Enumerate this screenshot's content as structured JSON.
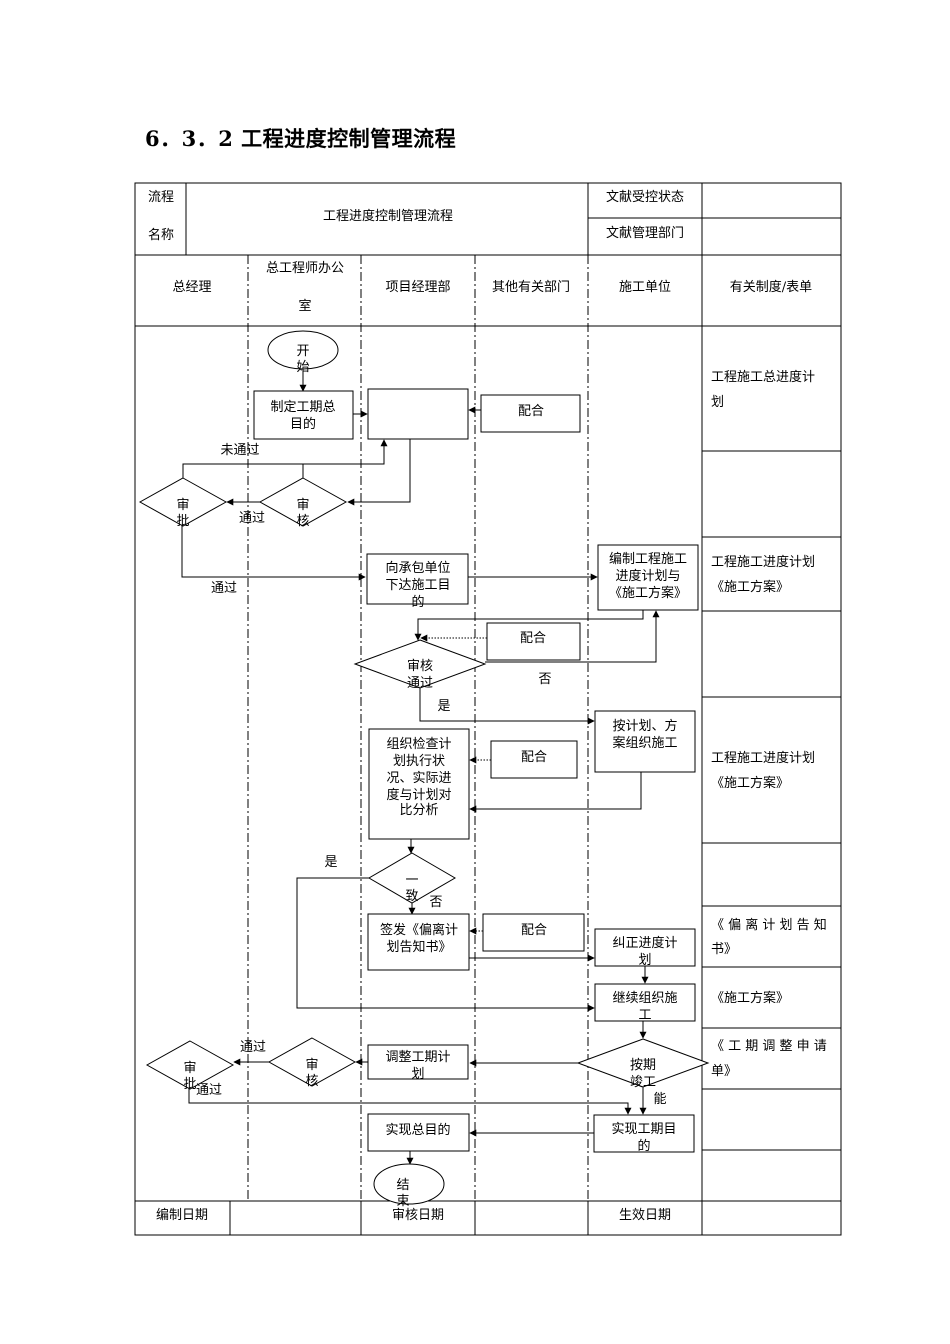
{
  "title": "6．3．2 工程进度控制管理流程",
  "header": {
    "name_label_1": "流程",
    "name_label_2": "名称",
    "name_value": "工程进度控制管理流程",
    "doc_status": "文献受控状态",
    "doc_dept": "文献管理部门"
  },
  "lanes": {
    "gm": "总经理",
    "chief_1": "总工程师办公",
    "chief_2": "室",
    "pm": "项目经理部",
    "other": "其他有关部门",
    "contractor": "施工单位",
    "forms": "有关制度/表单"
  },
  "forms": {
    "f1a": "工程施工总进度计",
    "f1b": "划",
    "f2a": "工程施工进度计划",
    "f2b": "《施工方案》",
    "f3a": "工程施工进度计划",
    "f3b": "《施工方案》",
    "f4a": "《 偏 离 计 划 告 知",
    "f4b": "书》",
    "f5": "《施工方案》",
    "f6a": "《 工 期 调 整 申 请",
    "f6b": "单》"
  },
  "nodes": {
    "start_1": "开",
    "start_2": "始",
    "target_1": "制定工期总",
    "target_2": "目的",
    "coop1": "配合",
    "not_passed": "未通过",
    "approve1_1": "审",
    "approve1_2": "批",
    "passed1": "通过",
    "review1_1": "审",
    "review1_2": "核",
    "passed2": "通过",
    "issue_1": "向承包单位",
    "issue_2": "下达施工目",
    "issue_3": "的",
    "plan_1": "编制工程施工",
    "plan_2": "进度计划与",
    "plan_3": "《施工方案》",
    "coop2": "配合",
    "review2_1": "审核",
    "review2_2": "通过",
    "no1": "否",
    "yes1": "是",
    "build_1": "按计划、方",
    "build_2": "案组织施工",
    "check_1": "组织检查计",
    "check_2": "划执行状",
    "check_3": "况、实际进",
    "check_4": "度与计划对",
    "check_5": "比分析",
    "coop3": "配合",
    "yes2": "是",
    "agree_1": "一",
    "agree_2": "致",
    "no2": "否",
    "notice_1": "签发《偏离计",
    "notice_2": "划告知书》",
    "coop4": "配合",
    "correct_1": "纠正进度计",
    "correct_2": "划",
    "continue_1": "继续组织施",
    "continue_2": "工",
    "passed3": "通过",
    "approve2_1": "审",
    "approve2_2": "批",
    "review3_1": "审",
    "review3_2": "核",
    "adjust_1": "调整工期计",
    "adjust_2": "划",
    "ontime_1": "按期",
    "ontime_2": "竣工",
    "can": "能",
    "passed4": "通过",
    "achieve_total": "实现总目的",
    "achieve_1": "实现工期目",
    "achieve_2": "的",
    "end_1": "结",
    "end_2": "束"
  },
  "footer": {
    "compile": "编制日期",
    "review": "审核日期",
    "effective": "生效日期"
  }
}
